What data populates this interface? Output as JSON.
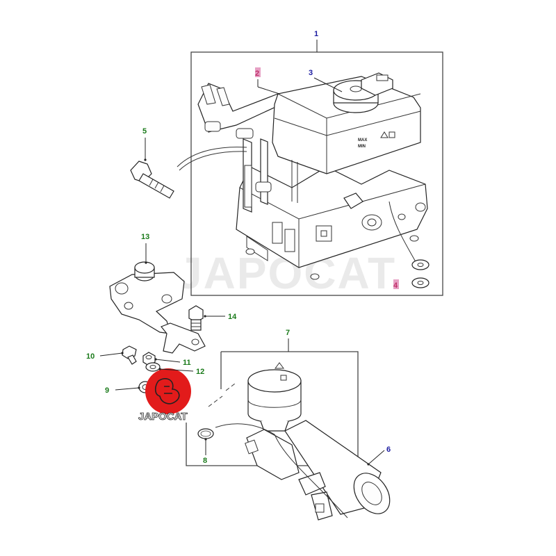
{
  "diagram": {
    "callouts": [
      {
        "id": "1",
        "label": "1",
        "color": "#1a1aa0"
      },
      {
        "id": "2",
        "label": "2",
        "color": "#c0306a"
      },
      {
        "id": "3",
        "label": "3",
        "color": "#1a1aa0"
      },
      {
        "id": "4",
        "label": "4",
        "color": "#c0306a"
      },
      {
        "id": "5",
        "label": "5",
        "color": "#1a7a1a"
      },
      {
        "id": "6",
        "label": "6",
        "color": "#1a1aa0"
      },
      {
        "id": "7",
        "label": "7",
        "color": "#1a7a1a"
      },
      {
        "id": "8",
        "label": "8",
        "color": "#1a7a1a"
      },
      {
        "id": "9",
        "label": "9",
        "color": "#1a7a1a"
      },
      {
        "id": "10",
        "label": "10",
        "color": "#1a7a1a"
      },
      {
        "id": "11",
        "label": "11",
        "color": "#1a7a1a"
      },
      {
        "id": "12",
        "label": "12",
        "color": "#1a7a1a"
      },
      {
        "id": "13",
        "label": "13",
        "color": "#1a7a1a"
      },
      {
        "id": "14",
        "label": "14",
        "color": "#1a7a1a"
      }
    ],
    "reservoir_labels": {
      "max": "MAX",
      "min": "MIN"
    },
    "watermark": "JAPOCAT",
    "logo": {
      "text": "JAPOCAT",
      "color": "#e21b1b"
    }
  }
}
